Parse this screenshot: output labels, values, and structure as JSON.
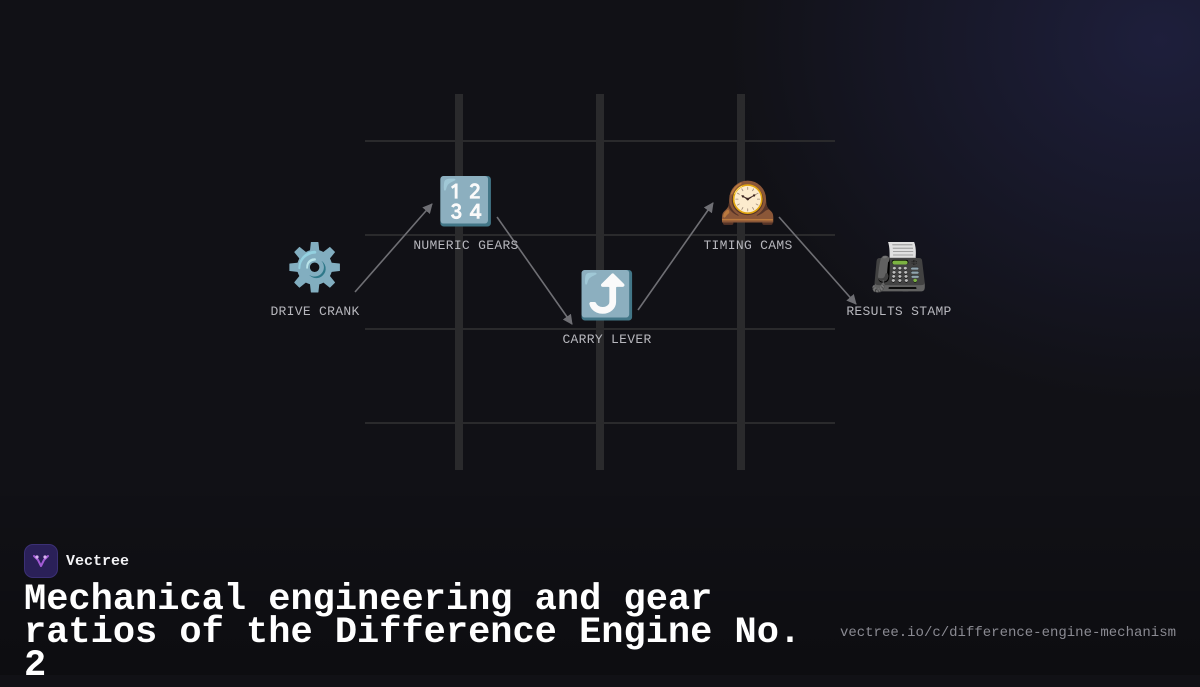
{
  "diagram": {
    "nodes": [
      {
        "icon": "⚙️",
        "icon_name": "gear-icon",
        "label": "DRIVE CRANK"
      },
      {
        "icon": "🔢",
        "icon_name": "numbers-icon",
        "label": "NUMERIC GEARS"
      },
      {
        "icon": "⤴️",
        "icon_name": "curved-up-arrow-icon",
        "label": "CARRY LEVER"
      },
      {
        "icon": "🕰️",
        "icon_name": "mantel-clock-icon",
        "label": "TIMING CAMS"
      },
      {
        "icon": "📠",
        "icon_name": "fax-machine-icon",
        "label": "RESULTS STAMP"
      }
    ],
    "edges": [
      {
        "from": "DRIVE CRANK",
        "to": "NUMERIC GEARS"
      },
      {
        "from": "NUMERIC GEARS",
        "to": "CARRY LEVER"
      },
      {
        "from": "CARRY LEVER",
        "to": "TIMING CAMS"
      },
      {
        "from": "TIMING CAMS",
        "to": "RESULTS STAMP"
      }
    ]
  },
  "brand": {
    "name": "Vectree",
    "logo_icon": "vectree-logo-icon",
    "accent": "#a35bd6"
  },
  "headline": "Mechanical engineering and gear ratios of the Difference Engine No. 2",
  "url": "vectree.io/c/difference-engine-mechanism",
  "colors": {
    "background": "#111116",
    "label": "#b7b7bd",
    "arrow": "#6f6f74",
    "grid": "#2a2a2c"
  }
}
